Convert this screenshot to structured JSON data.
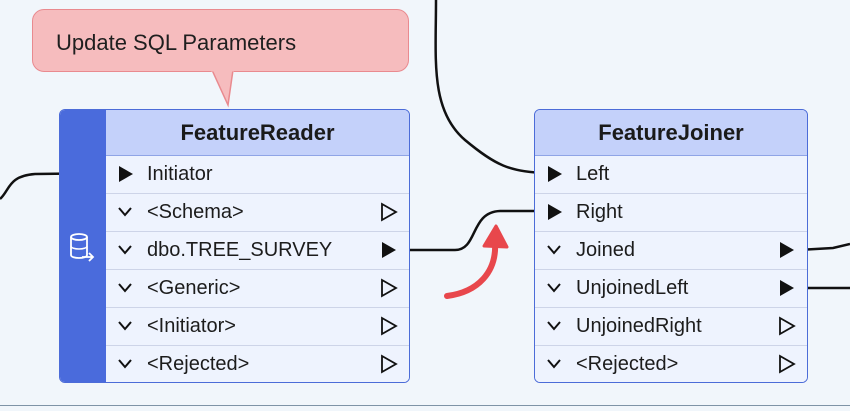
{
  "annotation": {
    "text": "Update SQL Parameters"
  },
  "feature_reader": {
    "title": "FeatureReader",
    "input_ports": [
      {
        "label": "Initiator"
      }
    ],
    "output_ports": [
      {
        "label": "<Schema>",
        "connected": false
      },
      {
        "label": "dbo.TREE_SURVEY",
        "connected": true
      },
      {
        "label": "<Generic>",
        "connected": false
      },
      {
        "label": "<Initiator>",
        "connected": false
      },
      {
        "label": "<Rejected>",
        "connected": false
      }
    ]
  },
  "feature_joiner": {
    "title": "FeatureJoiner",
    "input_ports": [
      {
        "label": "Left"
      },
      {
        "label": "Right"
      }
    ],
    "output_ports": [
      {
        "label": "Joined",
        "connected": true
      },
      {
        "label": "UnjoinedLeft",
        "connected": true
      },
      {
        "label": "UnjoinedRight",
        "connected": false
      },
      {
        "label": "<Rejected>",
        "connected": false
      }
    ]
  },
  "colors": {
    "transformer_border": "#4c6cd8",
    "transformer_header": "#c4d1fa",
    "annotation_fill": "#f6bcbe",
    "highlight_arrow": "#e8474c",
    "background": "#f1f6fb"
  }
}
